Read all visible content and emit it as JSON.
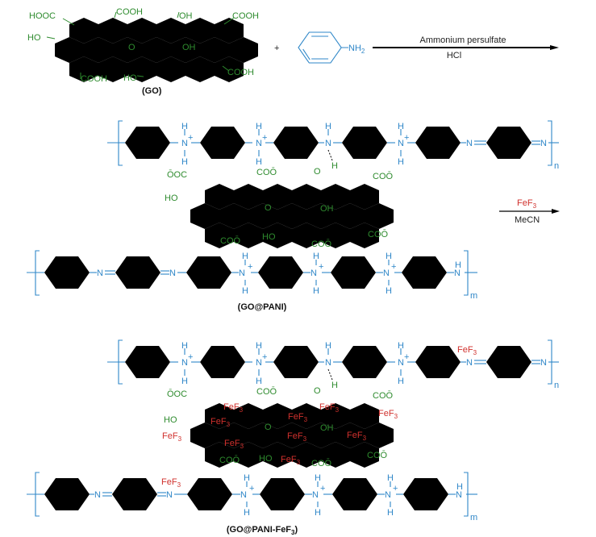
{
  "colors": {
    "graphene_oxide": "#2e8b2e",
    "polyaniline": "#2f87c8",
    "iron_fluoride": "#d0312d",
    "reagent_text": "#222222"
  },
  "step1": {
    "reactant_go": {
      "label": "(GO)",
      "groups": [
        "HOOC",
        "COOH",
        "OH",
        "COOH",
        "HO",
        "O",
        "OH",
        "COOH",
        "HO",
        "COOH"
      ]
    },
    "plus": "+",
    "reactant_aniline": {
      "substituent": "NH",
      "subscript": "2"
    },
    "arrow": {
      "above": "Ammonium persulfate",
      "below": "HCl"
    }
  },
  "step2": {
    "product_label": "(GO@PANI)",
    "go_groups": [
      "ŌOC",
      "COŌ",
      "O",
      "H",
      "COŌ",
      "HO",
      "O",
      "OH",
      "COŌ",
      "HO",
      "COŌ",
      "COŌ"
    ],
    "chain_top": {
      "atoms": [
        "N",
        "N",
        "N",
        "N",
        "N",
        "N"
      ],
      "h": "H",
      "plus": "+",
      "repeat": "n"
    },
    "chain_bottom": {
      "atoms": [
        "N",
        "N",
        "N",
        "N",
        "N",
        "N"
      ],
      "h": "H",
      "plus": "+",
      "repeat": "m"
    },
    "arrow": {
      "above": "FeF",
      "above_sub": "3",
      "below": "MeCN"
    }
  },
  "step3": {
    "product_label_main": "(GO@PANI-FeF",
    "product_label_sub": "3",
    "product_label_end": ")",
    "fef3": {
      "text": "FeF",
      "sub": "3"
    },
    "repeat_top": "n",
    "repeat_bottom": "m"
  }
}
